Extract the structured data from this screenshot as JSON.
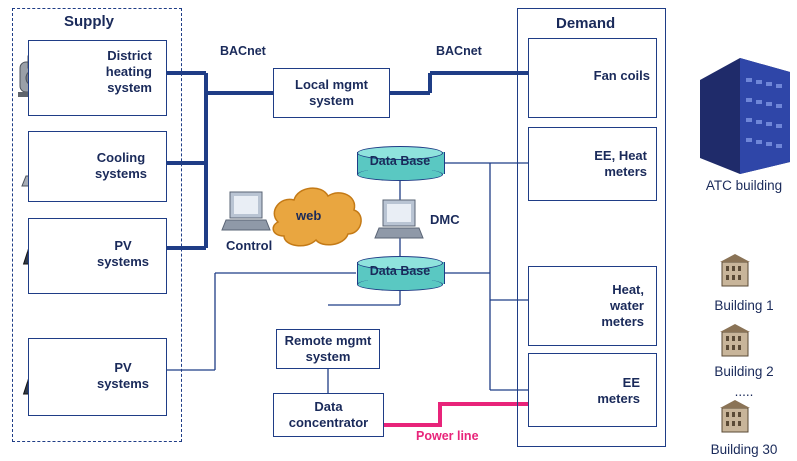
{
  "supply": {
    "title": "Supply",
    "district": "District\nheating\nsystem",
    "cooling": "Cooling\nsystems",
    "pv1": "PV\nsystems",
    "pv2": "PV\nsystems"
  },
  "demand": {
    "title": "Demand",
    "fan": "Fan coils",
    "ee_heat": "EE, Heat\nmeters",
    "heat_water": "Heat,\nwater\nmeters",
    "ee": "EE\nmeters"
  },
  "middle": {
    "bacnet_left": "BACnet",
    "bacnet_right": "BACnet",
    "local_mgmt": "Local mgmt\nsystem",
    "db_top": "Data Base",
    "db_bottom": "Data Base",
    "web": "web",
    "control": "Control",
    "dmc": "DMC",
    "remote_mgmt": "Remote mgmt\nsystem",
    "concentrator": "Data\nconcentrator",
    "power_line": "Power line"
  },
  "buildings": {
    "atc": "ATC building",
    "b1": "Building 1",
    "b2": "Building 2",
    "dots": ".....",
    "b30": "Building 30"
  },
  "colors": {
    "line": "#1f3d86",
    "power": "#e8247a",
    "db": "#5ac8c2",
    "meter": "#f2d31b"
  }
}
